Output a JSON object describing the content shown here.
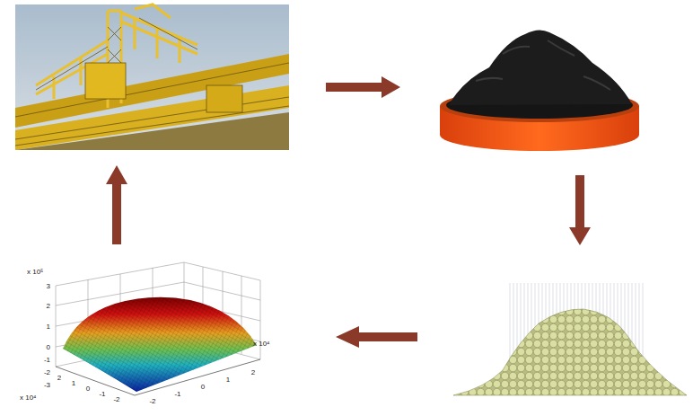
{
  "diagram": {
    "labels": [
      "x 10⁵",
      "3",
      "2",
      "1",
      "0",
      "-1",
      "-2",
      "-3",
      "x 10⁴",
      "2",
      "1",
      "0",
      "-1",
      "-2",
      "x 10⁴",
      "-2",
      "-1",
      "0",
      "1",
      "2"
    ]
  }
}
